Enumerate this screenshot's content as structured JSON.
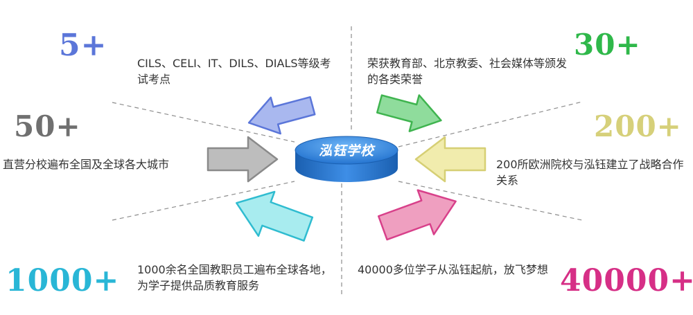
{
  "center": {
    "label": "泓钰学校"
  },
  "colors": {
    "blue": "#5b76d9",
    "green": "#2fb84a",
    "gray": "#707070",
    "yellow": "#d6d07a",
    "cyan": "#29b6d6",
    "pink": "#d62f86",
    "cylinder_top": "#2b7fd6",
    "cylinder_side": "#1a5fb0"
  },
  "items": [
    {
      "id": "top-left",
      "stat": "5+",
      "desc": "CILS、CELI、IT、DILS、DIALS等级考试考点",
      "color": "#5b76d9",
      "arrow_fill": "#a9b8ef",
      "arrow_stroke": "#5b76d9",
      "arrow_icon": "arrow-icon"
    },
    {
      "id": "top-right",
      "stat": "30+",
      "desc": "荣获教育部、北京教委、社会媒体等颁发的各类荣誉",
      "color": "#2fb84a",
      "arrow_fill": "#8fdc9c",
      "arrow_stroke": "#3fb44f",
      "arrow_icon": "arrow-icon"
    },
    {
      "id": "mid-left",
      "stat": "50+",
      "desc": "直营分校遍布全国及全球各大城市",
      "color": "#707070",
      "arrow_fill": "#bdbdbd",
      "arrow_stroke": "#8a8a8a",
      "arrow_icon": "arrow-icon"
    },
    {
      "id": "mid-right",
      "stat": "200+",
      "desc": "200所欧洲院校与泓钰建立了战略合作关系",
      "color": "#d6d07a",
      "arrow_fill": "#f1ecad",
      "arrow_stroke": "#d6cf74",
      "arrow_icon": "arrow-icon"
    },
    {
      "id": "bottom-left",
      "stat": "1000+",
      "desc": "1000余名全国教职员工遍布全球各地，为学子提供品质教育服务",
      "color": "#29b6d6",
      "arrow_fill": "#a8ecef",
      "arrow_stroke": "#2fbcd0",
      "arrow_icon": "arrow-icon"
    },
    {
      "id": "bottom-right",
      "stat": "40000+",
      "desc": "40000多位学子从泓钰起航，放飞梦想",
      "color": "#d62f86",
      "arrow_fill": "#ef9fc0",
      "arrow_stroke": "#d8408a",
      "arrow_icon": "arrow-icon"
    }
  ]
}
